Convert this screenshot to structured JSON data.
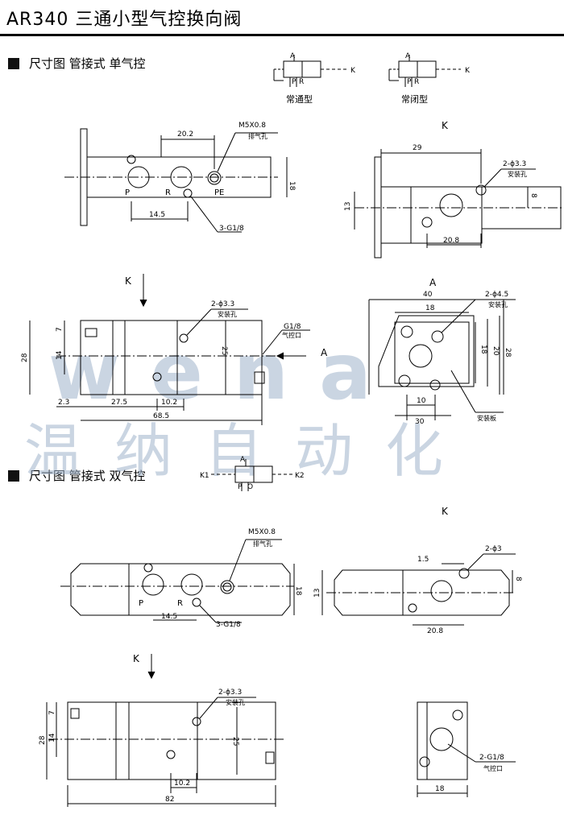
{
  "title": "AR340 三通小型气控换向阀",
  "section1": "尺寸图 管接式 单气控",
  "section2": "尺寸图 管接式 双气控",
  "watermark": {
    "brand": "wena",
    "cn": "温纳自动化"
  },
  "symbol1": {
    "normally_open": "常通型",
    "normally_closed": "常闭型",
    "A": "A",
    "K": "K",
    "P": "P",
    "R": "R"
  },
  "symbol2": {
    "K1": "K1",
    "K2": "K2",
    "A": "A",
    "P": "P",
    "O": "O"
  },
  "labels": {
    "K": "K",
    "A": "A",
    "P": "P",
    "R": "R",
    "PE": "PE",
    "m5": "M5X0.8",
    "exhaust1": "排气孔",
    "exhaust2": "排气孔",
    "ports": "3-G1/8",
    "mount33": "2-ϕ3.3",
    "mount45": "2-ϕ4.5",
    "mount3": "2-ϕ3",
    "mounting_hole": "安装孔",
    "mounting_plate": "安装板",
    "g18": "G1/8",
    "pilot_port": "气控口",
    "g18x2": "2-G1/8"
  },
  "dims": {
    "d20_2": "20.2",
    "d18": "18",
    "d14_5": "14.5",
    "d29": "29",
    "d8": "8",
    "d13": "13",
    "d20_8": "20.8",
    "d7": "7",
    "d14": "14",
    "d28": "28",
    "d25": "25",
    "d2_3": "2.3",
    "d27_5": "27.5",
    "d10_2": "10.2",
    "d68_5": "68.5",
    "d40": "40",
    "d20": "20",
    "d10": "10",
    "d30": "30",
    "d1_5": "1.5",
    "d82": "82"
  }
}
